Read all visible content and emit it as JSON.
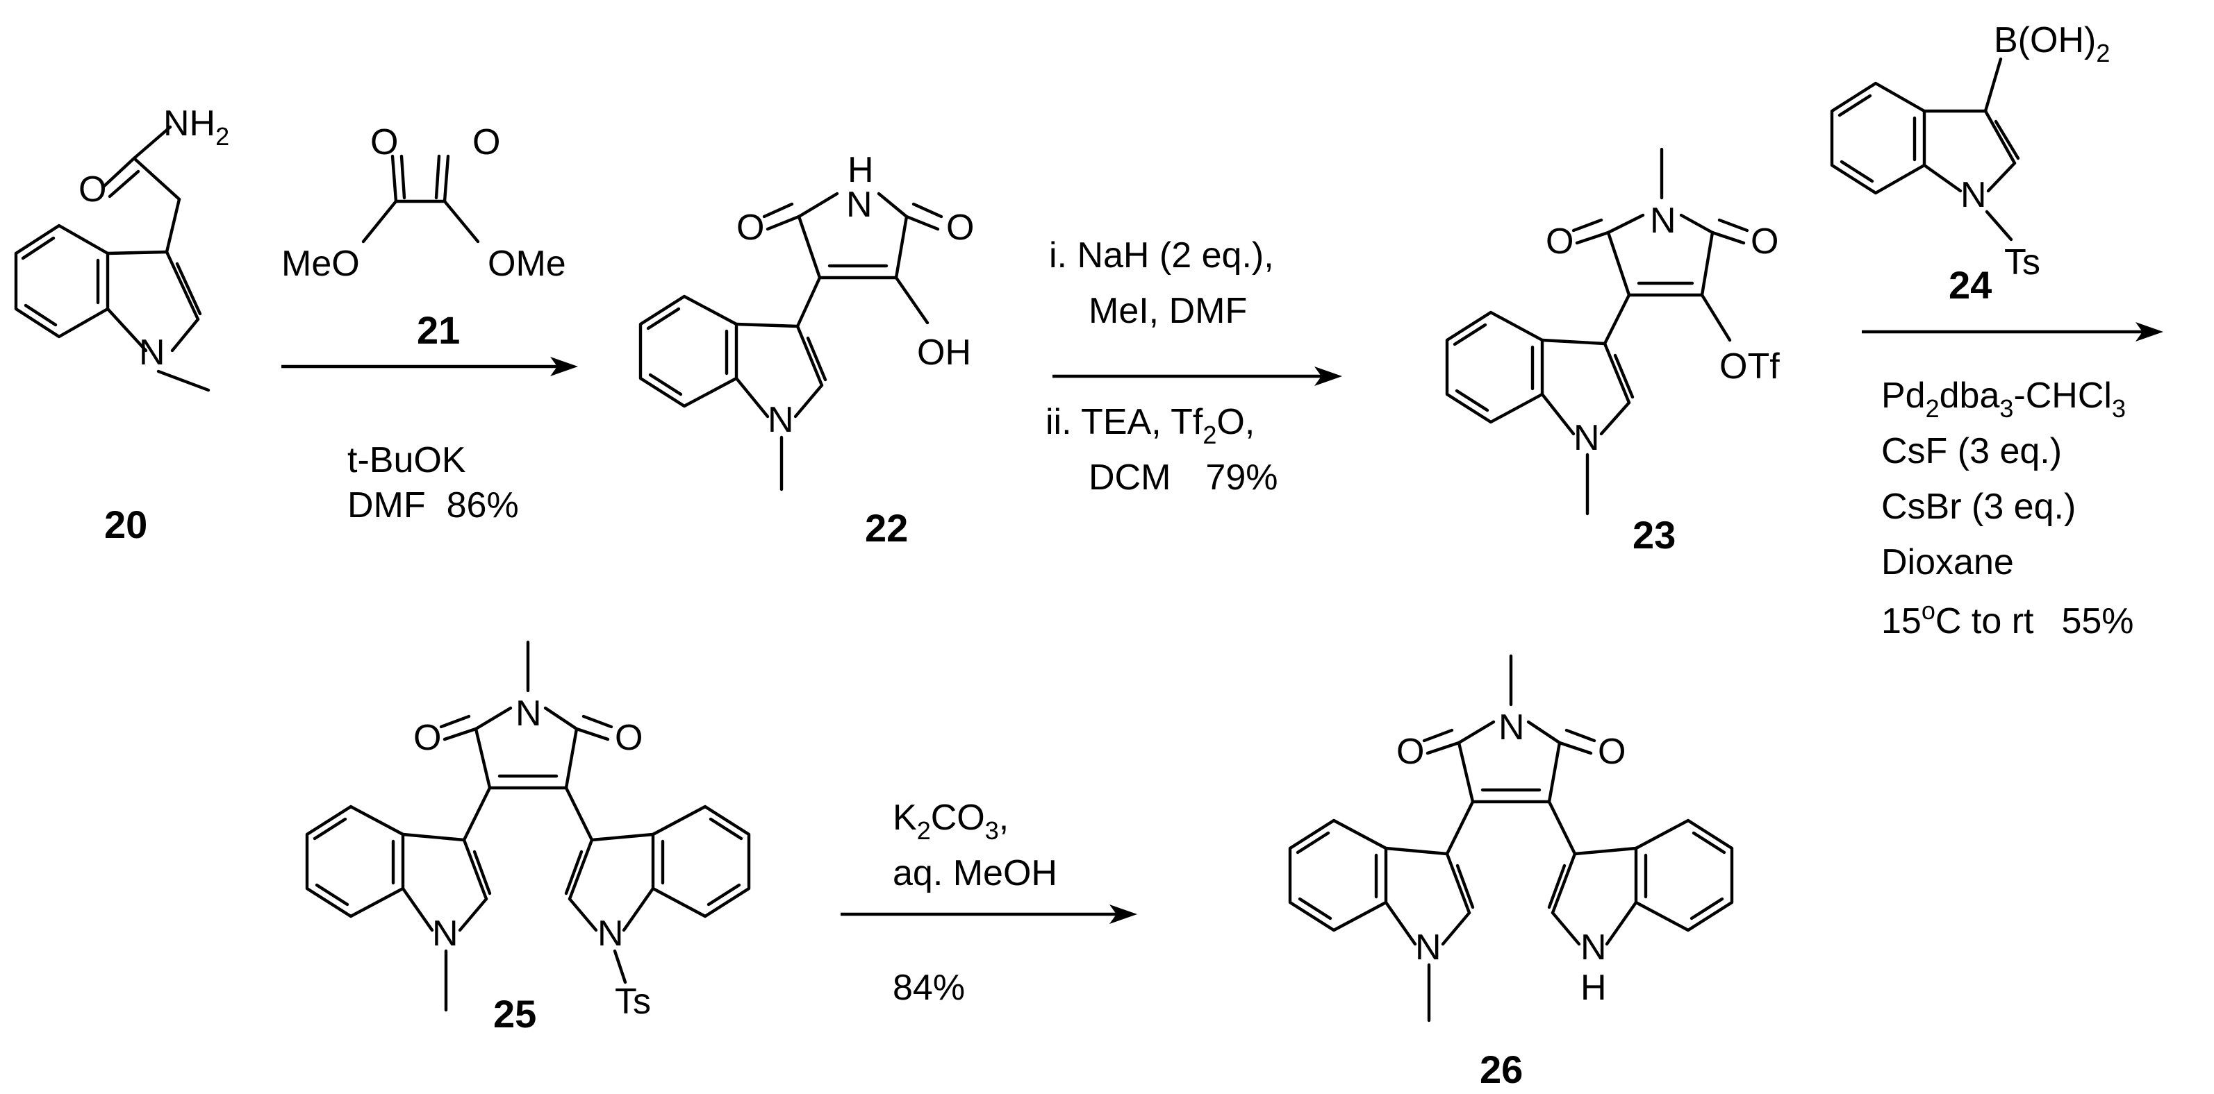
{
  "compounds": {
    "c20": {
      "label": "20",
      "atoms": {
        "amide": "NH",
        "amide_sub": "2",
        "oxygen": "O",
        "nitrogen": "N"
      }
    },
    "c21": {
      "label": "21",
      "atoms": {
        "o1": "O",
        "o2": "O",
        "meo": "MeO",
        "ome": "OMe"
      }
    },
    "c22": {
      "label": "22",
      "atoms": {
        "nh_h": "H",
        "nh_n": "N",
        "o1": "O",
        "o2": "O",
        "oh": "OH",
        "nitrogen": "N"
      }
    },
    "c23": {
      "label": "23",
      "atoms": {
        "n": "N",
        "o1": "O",
        "o2": "O",
        "otf": "OTf",
        "nitrogen": "N"
      }
    },
    "c24": {
      "label": "24",
      "atoms": {
        "boronic": "B(OH)",
        "boronic_sub": "2",
        "nitrogen": "N",
        "ts": "Ts"
      }
    },
    "c25": {
      "label": "25",
      "atoms": {
        "n": "N",
        "o1": "O",
        "o2": "O",
        "n_left": "N",
        "n_right": "N",
        "ts": "Ts"
      }
    },
    "c26": {
      "label": "26",
      "atoms": {
        "n": "N",
        "o1": "O",
        "o2": "O",
        "n_left": "N",
        "n_right": "N",
        "h": "H"
      }
    }
  },
  "steps": {
    "step1": {
      "reagent_label": "21",
      "line1": "t-BuOK",
      "line2": "DMF",
      "yield": "86%"
    },
    "step2": {
      "line1": "i. NaH (2 eq.),",
      "line2": "MeI, DMF",
      "line3_pre": "ii. TEA, Tf",
      "line3_sub": "2",
      "line3_post": "O,",
      "line4": "DCM",
      "yield": "79%"
    },
    "step3": {
      "reagent_label": "24",
      "cat_pre": "Pd",
      "cat_sub1": "2",
      "cat_mid": "dba",
      "cat_sub2": "3",
      "cat_post": "-CHCl",
      "cat_sub3": "3",
      "line2": "CsF (3 eq.)",
      "line3": "CsBr (3 eq.)",
      "line4": "Dioxane",
      "temp_pre": "15",
      "temp_sup": "o",
      "temp_post": "C to rt",
      "yield": "55%"
    },
    "step4": {
      "reagent_pre": "K",
      "reagent_sub1": "2",
      "reagent_mid": "CO",
      "reagent_sub2": "3",
      "reagent_post": ",",
      "line2": "aq. MeOH",
      "yield": "84%"
    }
  }
}
